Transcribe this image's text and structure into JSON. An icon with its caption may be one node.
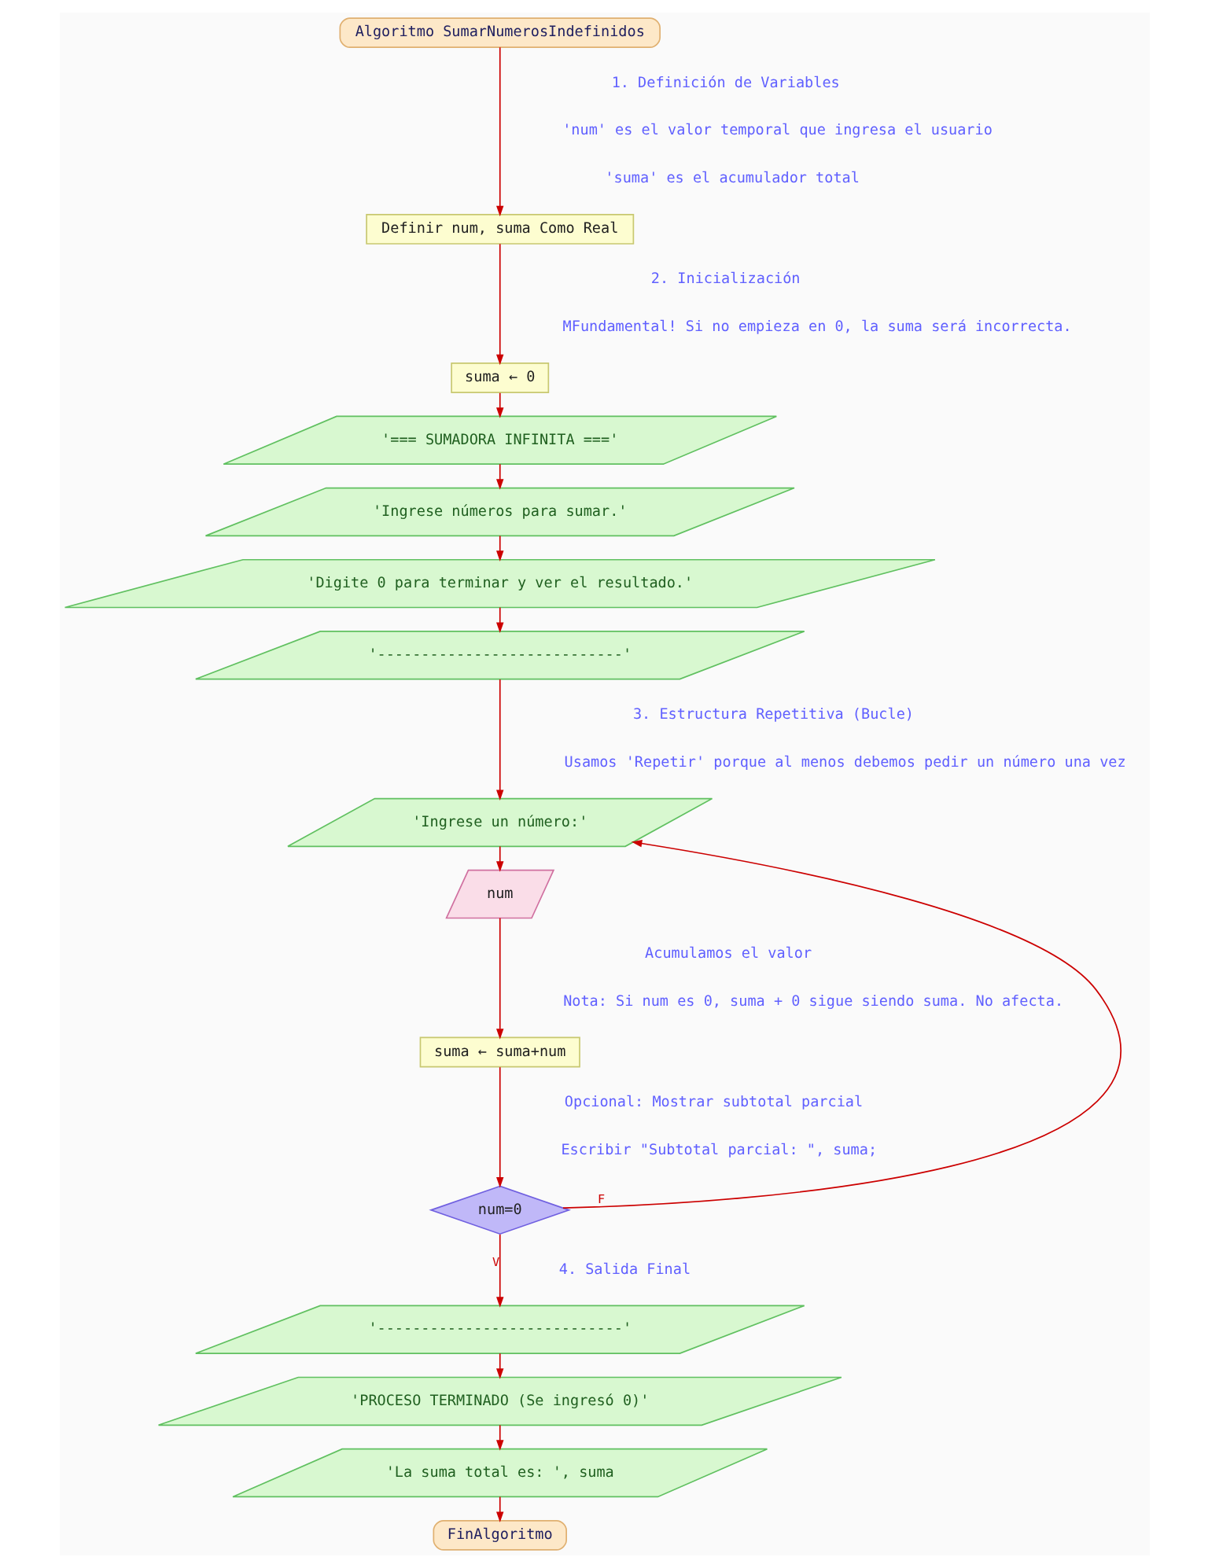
{
  "diagram": {
    "nodes": [
      {
        "text": [
          "Algoritmo SumarNumerosIndefinidos"
        ]
      },
      {
        "text": [
          "Definir num, suma Como Real"
        ]
      },
      {
        "text": [
          "suma ← 0"
        ]
      },
      {
        "text": [
          "'=== SUMADORA INFINITA ==='"
        ]
      },
      {
        "text": [
          "'Ingrese números para sumar.'"
        ]
      },
      {
        "text": [
          "'Digite 0 para terminar y ver el resultado.'"
        ]
      },
      {
        "text": [
          "'----------------------------'"
        ]
      },
      {
        "text": [
          "'Ingrese un número:'"
        ]
      },
      {
        "text": [
          "num"
        ]
      },
      {
        "text": [
          "suma ← suma+num"
        ]
      },
      {
        "text": [
          "num=0"
        ]
      },
      {
        "text": [
          "'----------------------------'"
        ]
      },
      {
        "text": [
          "'PROCESO TERMINADO (Se ingresó 0)'"
        ]
      },
      {
        "text": [
          "'La suma total es: ', suma"
        ]
      },
      {
        "text": [
          "FinAlgoritmo"
        ]
      }
    ],
    "edges": [
      {
        "from": 0,
        "to": 1,
        "arrow": "to"
      },
      {
        "from": 1,
        "to": 2,
        "arrow": "to"
      },
      {
        "from": 2,
        "to": 3,
        "arrow": "to"
      },
      {
        "from": 3,
        "to": 4,
        "arrow": "to"
      },
      {
        "from": 4,
        "to": 5,
        "arrow": "to"
      },
      {
        "from": 5,
        "to": 6,
        "arrow": "to"
      },
      {
        "from": 6,
        "to": 7,
        "arrow": "to"
      },
      {
        "from": 7,
        "to": 8,
        "arrow": "to"
      },
      {
        "from": 8,
        "to": 9,
        "arrow": "to"
      },
      {
        "from": 9,
        "to": 10,
        "arrow": "to"
      },
      {
        "from": 10,
        "to": 7,
        "arrow": "to",
        "label": "F"
      },
      {
        "from": 10,
        "to": 11,
        "arrow": "to",
        "label": "V"
      },
      {
        "from": 11,
        "to": 12,
        "arrow": "to"
      },
      {
        "from": 12,
        "to": 13,
        "arrow": "to"
      },
      {
        "from": 13,
        "to": 14,
        "arrow": "to"
      }
    ],
    "labels": [
      "1. Definición de Variables",
      "'num' es el valor temporal que ingresa el usuario",
      "'suma' es el acumulador total",
      "2. Inicialización",
      "MFundamental! Si no empieza en 0, la suma será incorrecta.",
      "3. Estructura Repetitiva (Bucle)",
      "Usamos 'Repetir' porque al menos debemos pedir un número una vez",
      "Acumulamos el valor",
      "Nota: Si num es 0, suma + 0 sigue siendo suma. No afecta.",
      "Opcional: Mostrar subtotal parcial",
      "Escribir \"Subtotal parcial: \", suma;",
      "4. Salida Final"
    ]
  }
}
